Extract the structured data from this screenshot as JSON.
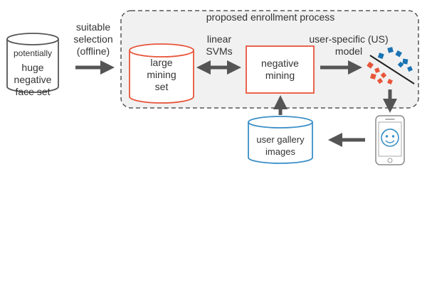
{
  "colors": {
    "gray": "#555555",
    "orange": "#e8553a",
    "blue": "#3a8fc8",
    "text": "#333333",
    "dark_blue": "#1a73b3"
  },
  "process_title": "proposed enrollment process",
  "source_db": {
    "line1": "potentially",
    "line2": "huge",
    "line3": "negative",
    "line4": "face set"
  },
  "selection_label": {
    "line1": "suitable",
    "line2": "selection",
    "line3": "(offline)"
  },
  "mining_set": {
    "line1": "large",
    "line2": "mining",
    "line3": "set"
  },
  "svm_label": {
    "line1": "linear",
    "line2": "SVMs"
  },
  "negative_mining": {
    "line1": "negative",
    "line2": "mining"
  },
  "model_label": {
    "line1": "user-specific (US)",
    "line2": "model"
  },
  "gallery": {
    "line1": "user gallery",
    "line2": "images"
  },
  "icons": [
    "database-icon",
    "phone-icon",
    "smiley-face-icon",
    "classifier-scatter-icon"
  ]
}
